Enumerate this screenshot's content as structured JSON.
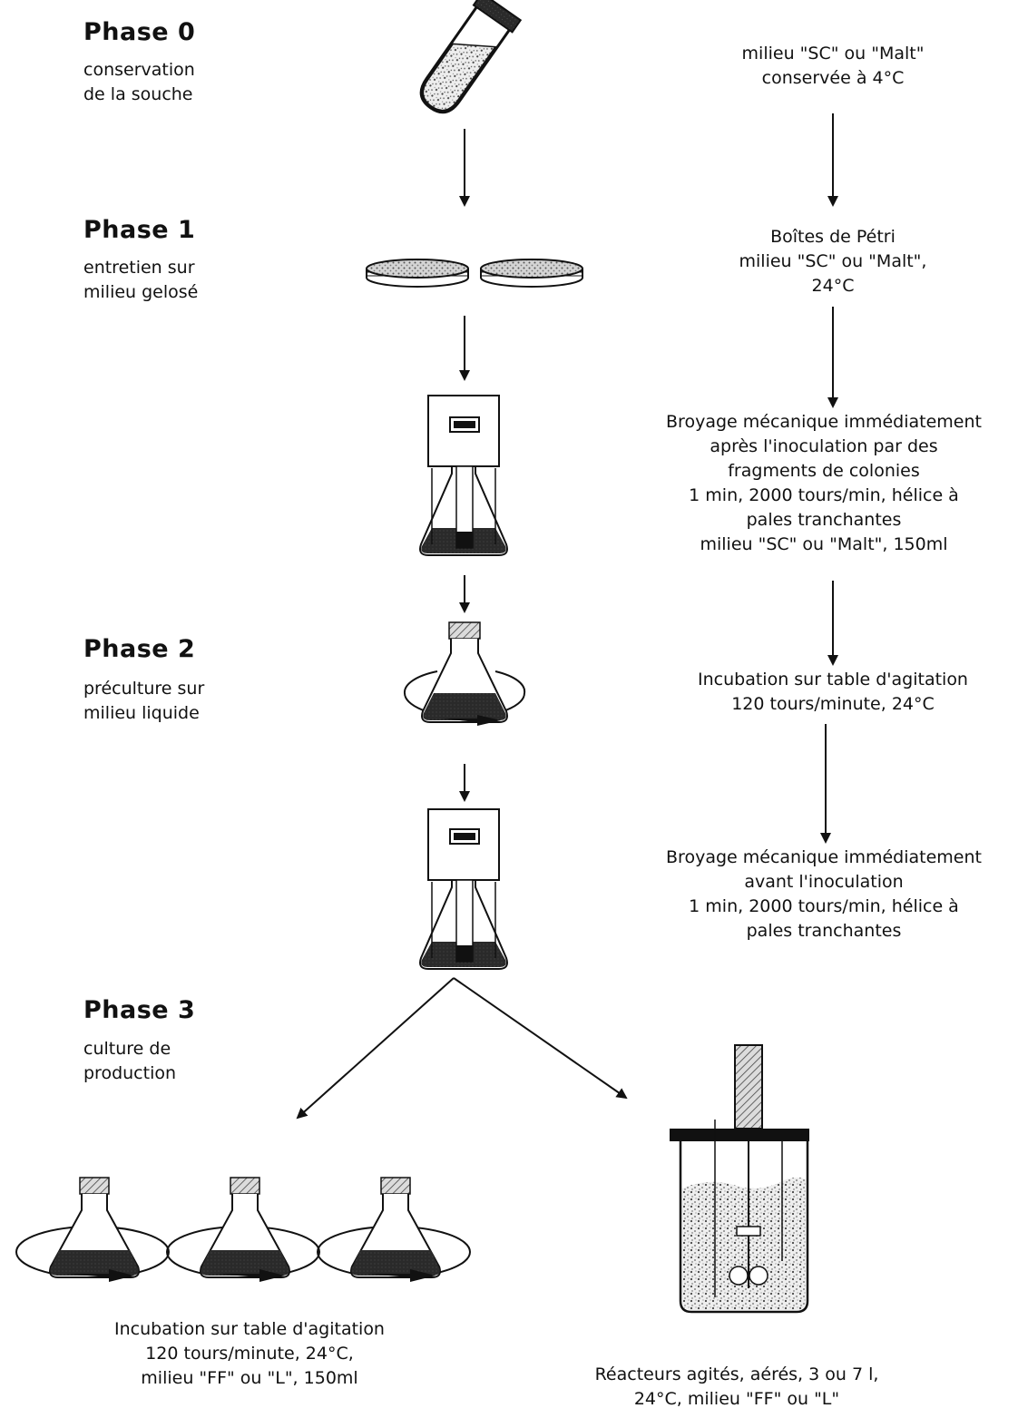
{
  "phases": [
    {
      "title": "Phase 0",
      "desc": [
        "conservation",
        "de la souche"
      ]
    },
    {
      "title": "Phase 1",
      "desc": [
        "entretien sur",
        "milieu gelosé"
      ]
    },
    {
      "title": "Phase 2",
      "desc": [
        "préculture sur",
        "milieu liquide"
      ]
    },
    {
      "title": "Phase 3",
      "desc": [
        "culture de",
        "production"
      ]
    }
  ],
  "notes": {
    "storage": [
      "milieu \"SC\" ou \"Malt\"",
      "conservée à 4°C"
    ],
    "petri": [
      "Boîtes de Pétri",
      "milieu \"SC\" ou \"Malt\",",
      "24°C"
    ],
    "grinding1": [
      "Broyage mécanique immédiatement",
      "après l'inoculation par des",
      "fragments de colonies",
      "1 min, 2000 tours/min, hélice à",
      "pales tranchantes",
      "milieu \"SC\" ou \"Malt\", 150ml"
    ],
    "incubation": [
      "Incubation sur table d'agitation",
      "120 tours/minute, 24°C"
    ],
    "grinding2": [
      "Broyage mécanique immédiatement",
      "avant l'inoculation",
      "1 min, 2000 tours/min, hélice à",
      "pales tranchantes"
    ],
    "flasks_caption": [
      "Incubation sur table d'agitation",
      "120 tours/minute, 24°C,",
      "milieu \"FF\" ou \"L\", 150ml"
    ],
    "reactor_caption": [
      "Réacteurs agités, aérés, 3 ou 7 l,",
      "24°C, milieu \"FF\" ou \"L\""
    ]
  }
}
